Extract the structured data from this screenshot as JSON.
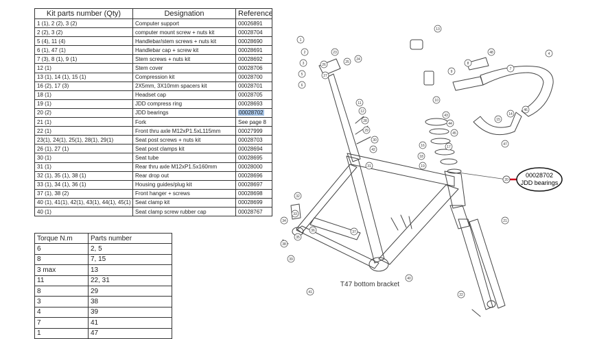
{
  "kit_table": {
    "headers": [
      "Kit parts number (Qty)",
      "Designation",
      "Reference"
    ],
    "rows": [
      [
        "1 (1), 2 (2), 3 (2)",
        "Computer support",
        "00026891"
      ],
      [
        "2 (2), 3 (2)",
        "computer mount screw + nuts kit",
        "00028704"
      ],
      [
        "5 (4), 11 (4)",
        "Handlebar/stem screws + nuts kit",
        "00028690"
      ],
      [
        "6 (1), 47 (1)",
        "Handlebar cap + screw kit",
        "00028691"
      ],
      [
        "7 (3), 8 (1), 9 (1)",
        "Stem screws + nuts kit",
        "00028692"
      ],
      [
        "12 (1)",
        "Stem cover",
        "00028706"
      ],
      [
        "13 (1), 14 (1), 15 (1)",
        "Compression kit",
        "00028700"
      ],
      [
        "16 (2), 17 (3)",
        "2X5mm, 3X10mm spacers kit",
        "00028701"
      ],
      [
        "18 (1)",
        "Headset cap",
        "00028705"
      ],
      [
        "19 (1)",
        "JDD compress ring",
        "00028693"
      ],
      [
        "20 (2)",
        "JDD bearings",
        "00028702"
      ],
      [
        "21 (1)",
        "Fork",
        "See page 8"
      ],
      [
        "22 (1)",
        "Front thru axle M12xP1.5xL115mm",
        "00027999"
      ],
      [
        "23(1), 24(1), 25(1), 28(1), 29(1)",
        "Seat post screws + nuts kit",
        "00028703"
      ],
      [
        "26 (1), 27 (1)",
        "Seat post clamps kit",
        "00028694"
      ],
      [
        "30 (1)",
        "Seat tube",
        "00028695"
      ],
      [
        "31 (1)",
        "Rear thru axle M12xP1.5x160mm",
        "00028000"
      ],
      [
        "32 (1), 35 (1), 38 (1)",
        "Rear drop out",
        "00028696"
      ],
      [
        "33 (1), 34 (1), 36 (1)",
        "Housing guides/plug kit",
        "00028697"
      ],
      [
        "37 (1), 38 (2)",
        "Front hanger + screws",
        "00028698"
      ],
      [
        "40 (1), 41(1), 42(1), 43(1), 44(1), 45(1)",
        "Seat clamp kit",
        "00028699"
      ],
      [
        "40 (1)",
        "Seat clamp screw rubber cap",
        "00028767"
      ]
    ]
  },
  "torque_table": {
    "headers": [
      "Torque N.m",
      "Parts number"
    ],
    "rows": [
      [
        "6",
        "2, 5"
      ],
      [
        "8",
        "7, 15"
      ],
      [
        "3 max",
        "13"
      ],
      [
        "11",
        "22, 31"
      ],
      [
        "8",
        "29"
      ],
      [
        "3",
        "38"
      ],
      [
        "4",
        "39"
      ],
      [
        "7",
        "41"
      ],
      [
        "1",
        "47"
      ]
    ]
  },
  "diagram": {
    "callout_line1": "00028702",
    "callout_line2": "JDD bearings",
    "caption": "T47 bottom bracket",
    "callout_color": "#d0021b",
    "labels": [
      "13",
      "1",
      "2",
      "3",
      "4",
      "5",
      "6",
      "7",
      "8",
      "9",
      "10",
      "11",
      "12",
      "14",
      "15",
      "16",
      "17",
      "18",
      "19",
      "20",
      "21",
      "22",
      "23",
      "24",
      "25",
      "26",
      "27",
      "28",
      "29",
      "30",
      "31",
      "32",
      "33",
      "34",
      "35",
      "36",
      "37",
      "38",
      "39",
      "40",
      "41",
      "42",
      "43",
      "44",
      "45",
      "46",
      "47",
      "48"
    ]
  }
}
